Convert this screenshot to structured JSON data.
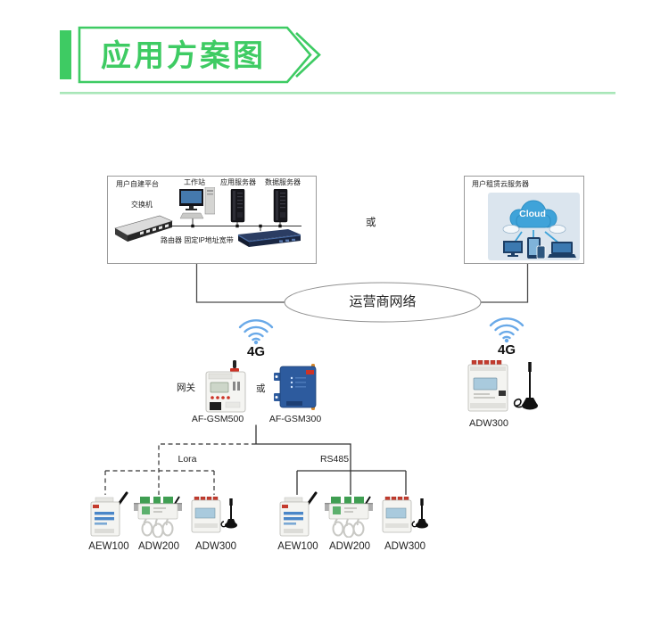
{
  "header": {
    "title": "应用方案图"
  },
  "colors": {
    "brand_green": "#3ecb63",
    "underline_green": "#a8e6b8",
    "wifi_blue": "#69a9e8"
  },
  "platform_box": {
    "title": "用户自建平台",
    "switch_label": "交换机",
    "workstation_label": "工作站",
    "app_server_label": "应用服务器",
    "data_server_label": "数据服务器",
    "router_label": "路由器 固定IP地址宽带"
  },
  "cloud_box": {
    "title": "用户租赁云服务器",
    "cloud_text": "Cloud"
  },
  "or_between_platforms": "或",
  "operator_network": "运营商网络",
  "cellular": {
    "left_4g": "4G",
    "right_4g": "4G"
  },
  "gateway_row": {
    "gateway_label": "网关",
    "or_label": "或",
    "gsm500": "AF-GSM500",
    "gsm300": "AF-GSM300",
    "adw300": "ADW300"
  },
  "buses": {
    "lora": "Lora",
    "rs485": "RS485"
  },
  "left_group": {
    "labels": [
      "AEW100",
      "ADW200",
      "ADW300"
    ]
  },
  "right_group": {
    "labels": [
      "AEW100",
      "ADW200",
      "ADW300"
    ]
  }
}
